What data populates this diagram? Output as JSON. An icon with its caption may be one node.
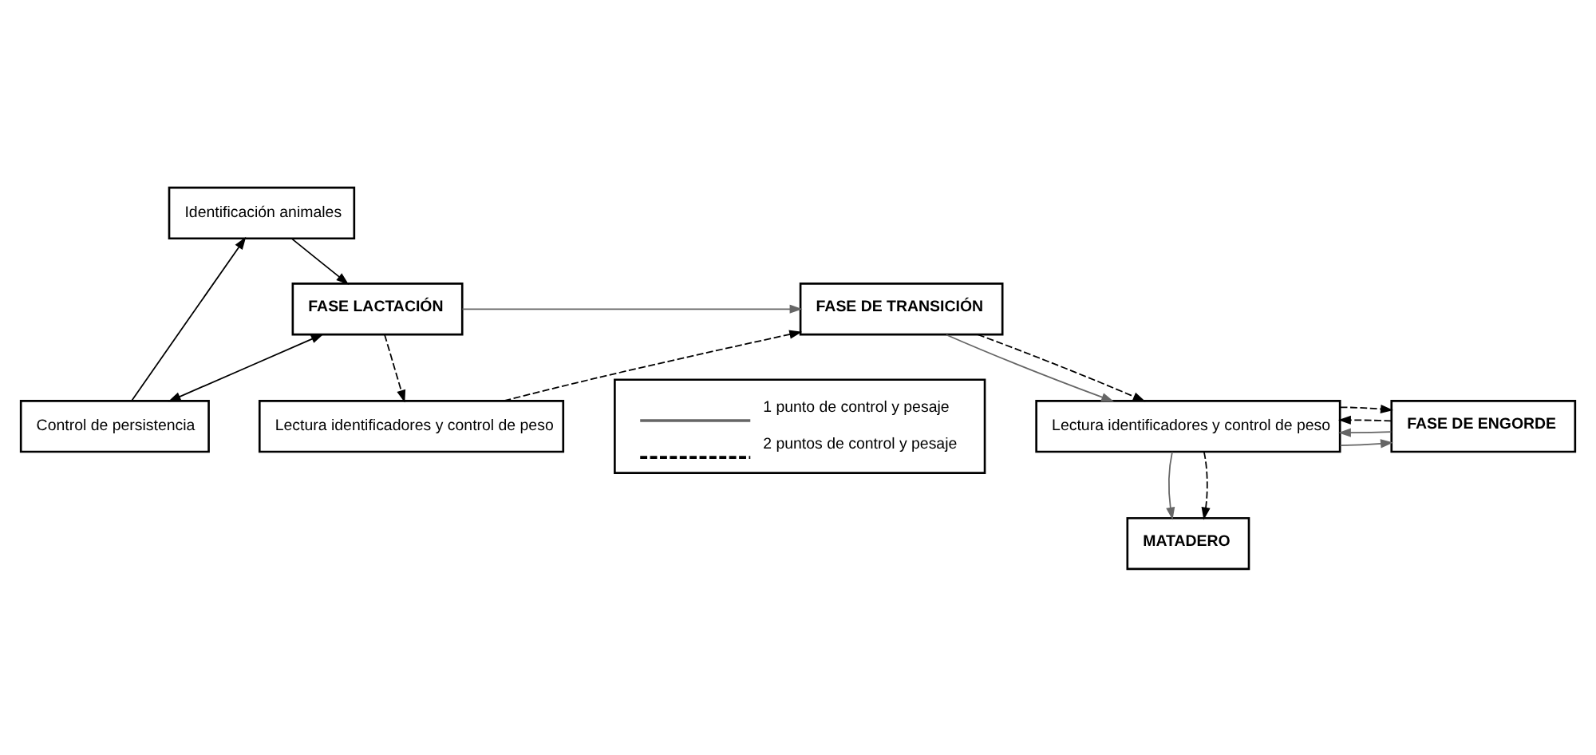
{
  "diagram": {
    "nodes": [
      {
        "text": [
          "Identificación animales"
        ]
      },
      {
        "text": [
          "Control de persistencia"
        ]
      },
      {
        "text": [
          "FASE LACTACIÓN"
        ]
      },
      {
        "text": [
          "FASE DE TRANSICIÓN"
        ]
      },
      {
        "text": [
          "Lectura identificadores y control de peso"
        ]
      },
      {
        "text": [
          "Lectura identificadores y control de peso"
        ]
      },
      {
        "text": [
          "FASE DE ENGORDE"
        ]
      },
      {
        "text": [
          "MATADERO"
        ]
      }
    ],
    "edges": [
      {
        "from": 1,
        "to": 0,
        "arrow": "to"
      },
      {
        "from": 0,
        "to": 2,
        "arrow": "to"
      },
      {
        "from": 2,
        "to": 1,
        "arrow": "both"
      },
      {
        "from": 2,
        "to": 3,
        "arrow": "to",
        "color": "#666666"
      },
      {
        "from": 2,
        "to": 4,
        "arrow": "to",
        "style": "dashed"
      },
      {
        "from": 4,
        "to": 3,
        "arrow": "to",
        "style": "dashed"
      },
      {
        "from": 3,
        "to": 5,
        "arrow": "to",
        "color": "#666666"
      },
      {
        "from": 3,
        "to": 5,
        "arrow": "to",
        "style": "dashed"
      },
      {
        "from": 5,
        "to": 6,
        "arrow": "to",
        "color": "#666666"
      },
      {
        "from": 6,
        "to": 5,
        "arrow": "to",
        "color": "#666666"
      },
      {
        "from": 6,
        "to": 5,
        "arrow": "to",
        "style": "dashed"
      },
      {
        "from": 5,
        "to": 6,
        "arrow": "to",
        "style": "dashed"
      },
      {
        "from": 5,
        "to": 7,
        "arrow": "to",
        "color": "#666666"
      },
      {
        "from": 5,
        "to": 7,
        "arrow": "to",
        "style": "dashed"
      }
    ],
    "legend": [
      {
        "text": "1 punto de control y pesaje"
      },
      {
        "text": "2 puntos de control y pesaje"
      }
    ]
  }
}
